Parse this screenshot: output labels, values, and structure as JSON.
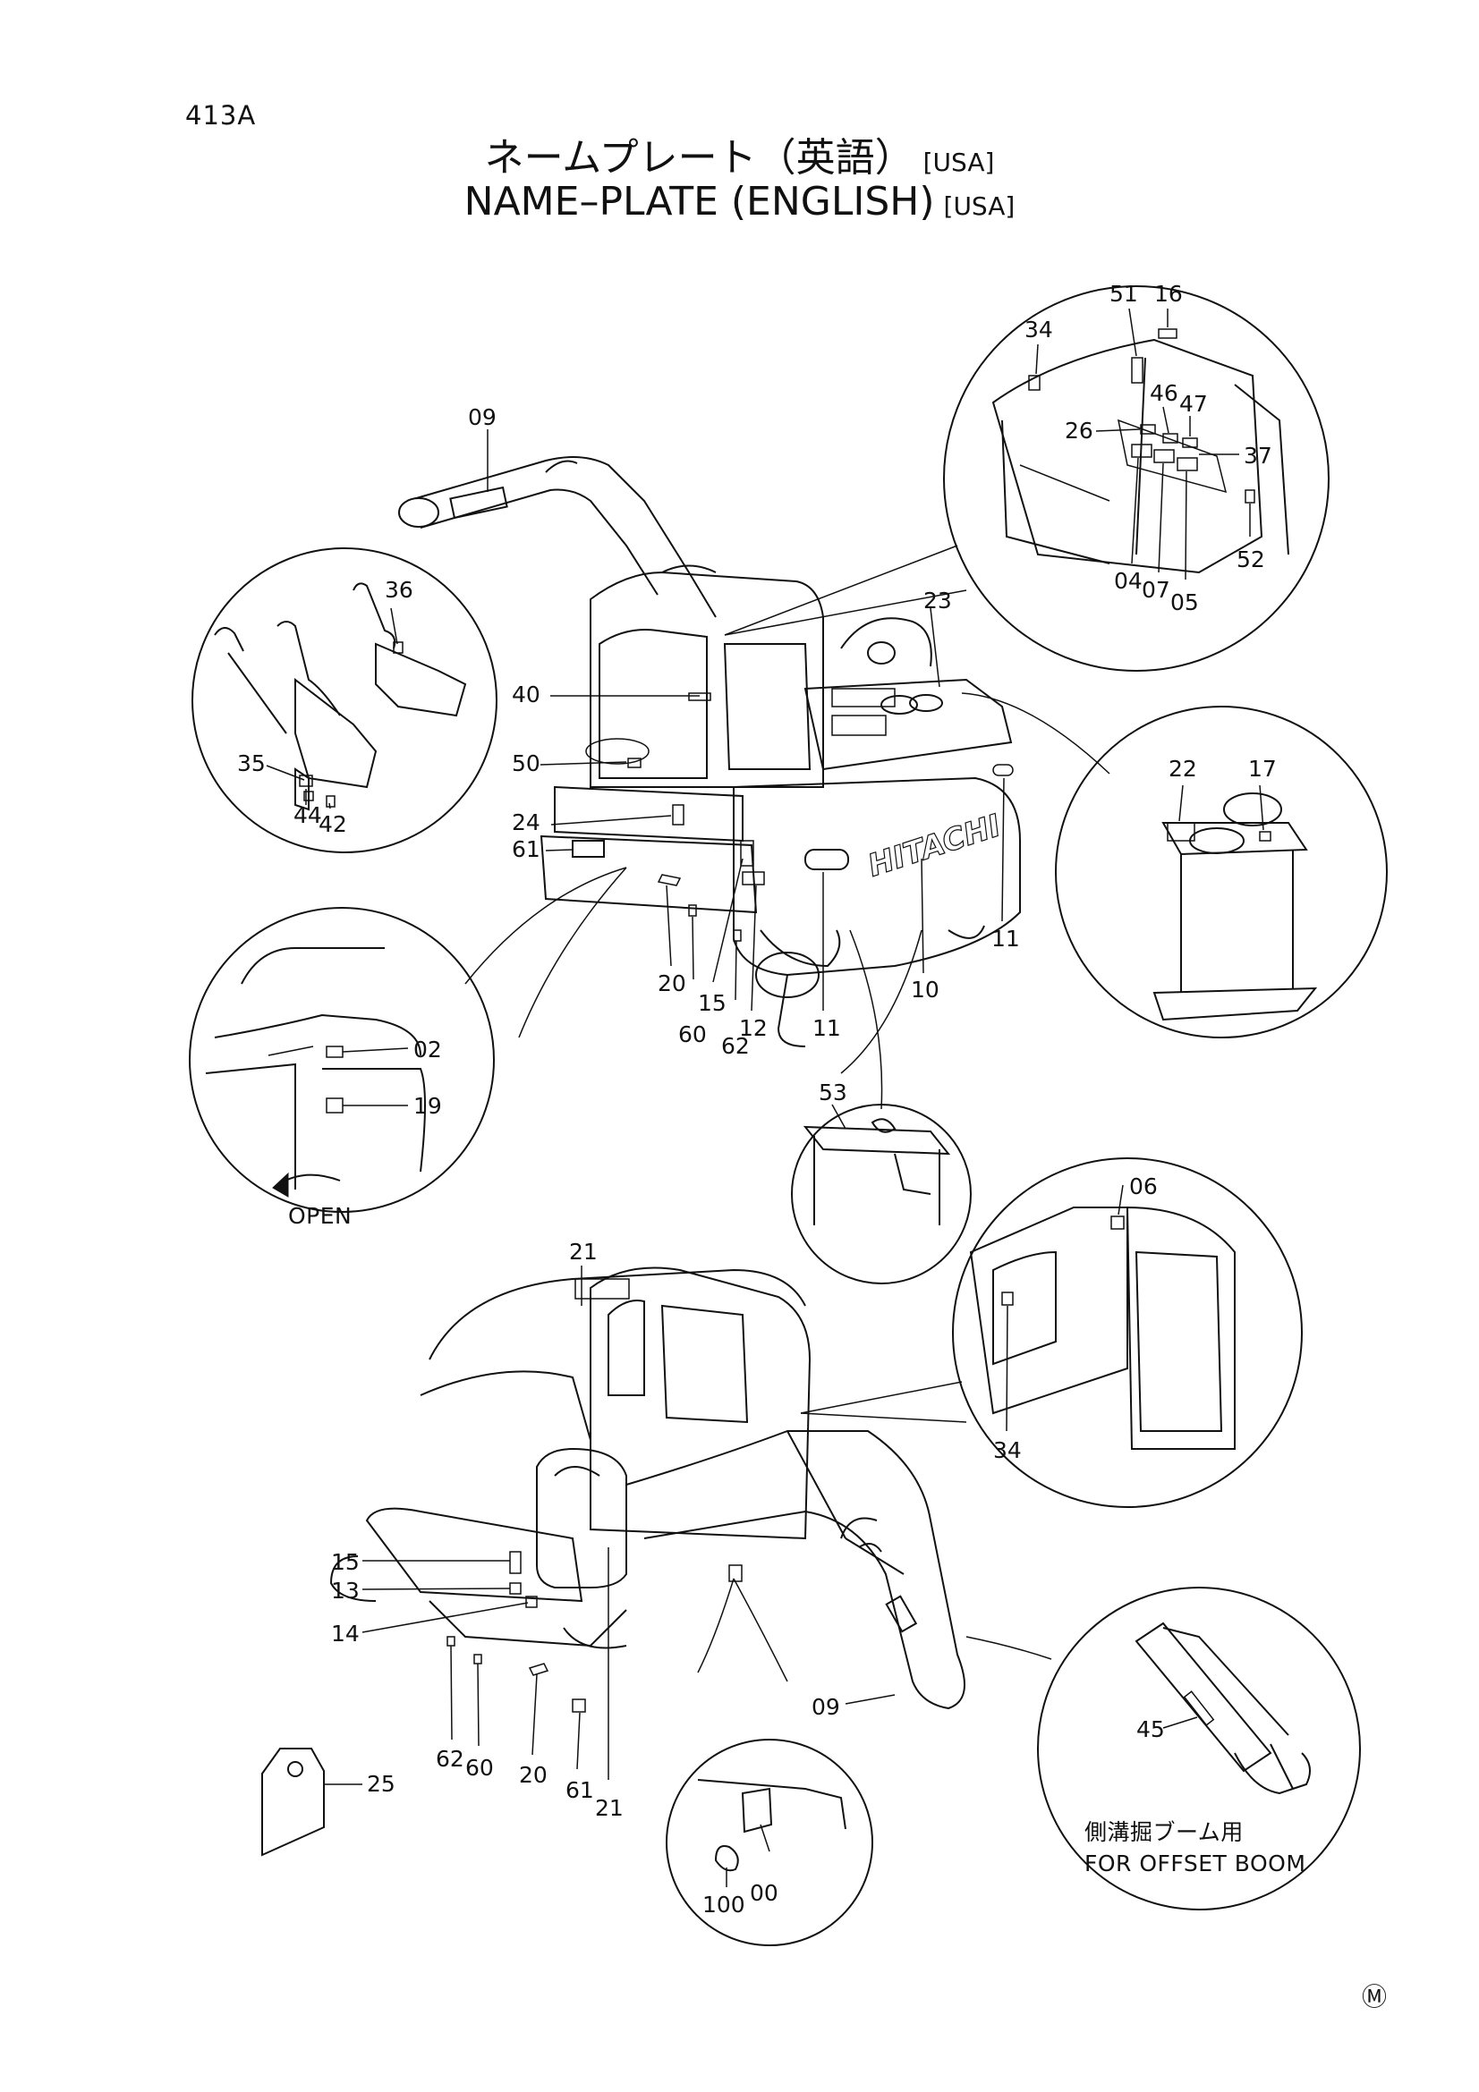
{
  "header": {
    "page_code": "413A",
    "title_jp": "ネームプレート（英語）",
    "title_en": "NAME–PLATE (ENGLISH)",
    "region": "[USA]"
  },
  "callouts": {
    "c09_top": "09",
    "c36": "36",
    "c40": "40",
    "c50": "50",
    "c35": "35",
    "c44": "44",
    "c42": "42",
    "c24": "24",
    "c61_top": "61",
    "c20_top": "20",
    "c15_top": "15",
    "c60_top": "60",
    "c62_top": "62",
    "c12": "12",
    "c11_a": "11",
    "c10": "10",
    "c11_b": "11",
    "c23": "23",
    "c51": "51",
    "c16": "16",
    "c34_top": "34",
    "c46": "46",
    "c47": "47",
    "c26": "26",
    "c37": "37",
    "c52": "52",
    "c04": "04",
    "c07": "07",
    "c05": "05",
    "c22": "22",
    "c17": "17",
    "c02": "02",
    "c19": "19",
    "c53": "53",
    "c06": "06",
    "c34_bot": "34",
    "c21_top": "21",
    "c15_bot": "15",
    "c13": "13",
    "c14": "14",
    "c62_bot": "62",
    "c60_bot": "60",
    "c20_bot": "20",
    "c61_bot": "61",
    "c21_bot": "21",
    "c09_bot": "09",
    "c45": "45",
    "c25": "25",
    "c100": "100",
    "c00": "00"
  },
  "notes": {
    "open": "OPEN",
    "offset_jp": "側溝掘ブーム用",
    "offset_en": "FOR OFFSET BOOM",
    "mark": "Ⓜ"
  }
}
